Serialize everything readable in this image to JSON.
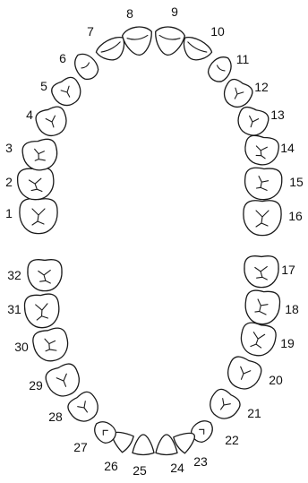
{
  "diagram": {
    "upper_arch": {
      "teeth": [
        {
          "number": "1",
          "kind": "molar"
        },
        {
          "number": "2",
          "kind": "molar"
        },
        {
          "number": "3",
          "kind": "molar"
        },
        {
          "number": "4",
          "kind": "premolar"
        },
        {
          "number": "5",
          "kind": "premolar"
        },
        {
          "number": "6",
          "kind": "canine"
        },
        {
          "number": "7",
          "kind": "lateral-incisor"
        },
        {
          "number": "8",
          "kind": "central-incisor"
        },
        {
          "number": "9",
          "kind": "central-incisor"
        },
        {
          "number": "10",
          "kind": "lateral-incisor"
        },
        {
          "number": "11",
          "kind": "canine"
        },
        {
          "number": "12",
          "kind": "premolar"
        },
        {
          "number": "13",
          "kind": "premolar"
        },
        {
          "number": "14",
          "kind": "molar"
        },
        {
          "number": "15",
          "kind": "molar"
        },
        {
          "number": "16",
          "kind": "molar"
        }
      ]
    },
    "lower_arch": {
      "teeth": [
        {
          "number": "17",
          "kind": "molar"
        },
        {
          "number": "18",
          "kind": "molar"
        },
        {
          "number": "19",
          "kind": "molar"
        },
        {
          "number": "20",
          "kind": "premolar"
        },
        {
          "number": "21",
          "kind": "premolar"
        },
        {
          "number": "22",
          "kind": "canine"
        },
        {
          "number": "23",
          "kind": "lateral-incisor"
        },
        {
          "number": "24",
          "kind": "central-incisor"
        },
        {
          "number": "25",
          "kind": "central-incisor"
        },
        {
          "number": "26",
          "kind": "lateral-incisor"
        },
        {
          "number": "27",
          "kind": "canine"
        },
        {
          "number": "28",
          "kind": "premolar"
        },
        {
          "number": "29",
          "kind": "premolar"
        },
        {
          "number": "30",
          "kind": "molar"
        },
        {
          "number": "31",
          "kind": "molar"
        },
        {
          "number": "32",
          "kind": "molar"
        }
      ]
    }
  }
}
